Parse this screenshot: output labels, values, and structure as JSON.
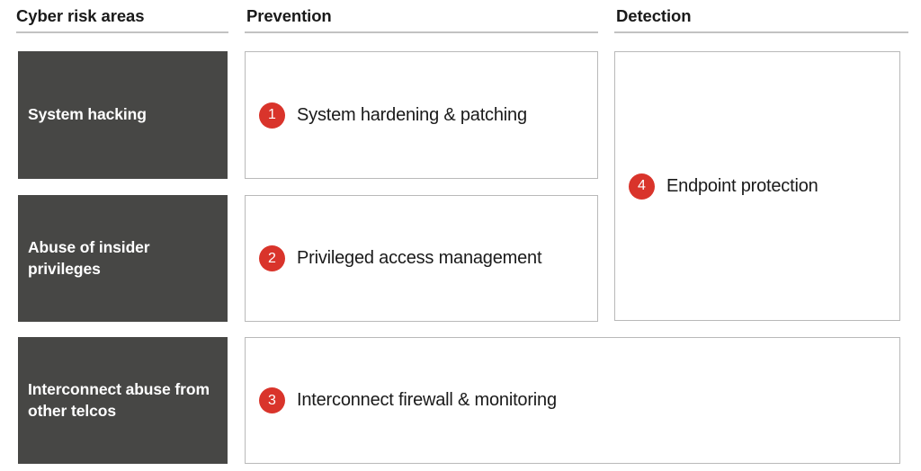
{
  "columns": [
    {
      "id": "risk-areas",
      "title": "Cyber risk areas"
    },
    {
      "id": "prevention",
      "title": "Prevention"
    },
    {
      "id": "detection",
      "title": "Detection"
    }
  ],
  "risk_areas": [
    {
      "label": "System hacking"
    },
    {
      "label": "Abuse of insider privileges"
    },
    {
      "label": "Interconnect abuse from other telcos"
    }
  ],
  "prevention_controls": [
    {
      "number": "1",
      "label": "System hardening & patching"
    },
    {
      "number": "2",
      "label": "Privileged access management"
    },
    {
      "number": "3",
      "label": "Interconnect firewall & monitoring"
    }
  ],
  "detection_controls": [
    {
      "number": "4",
      "label": "Endpoint protection"
    }
  ],
  "colors": {
    "badge_red": "#d9342b",
    "risk_box_gray": "#474745",
    "box_border": "#b9b9b9",
    "rule_gray": "#c2c2c2",
    "text_dark": "#1a1a1a",
    "text_light": "#ffffff"
  }
}
